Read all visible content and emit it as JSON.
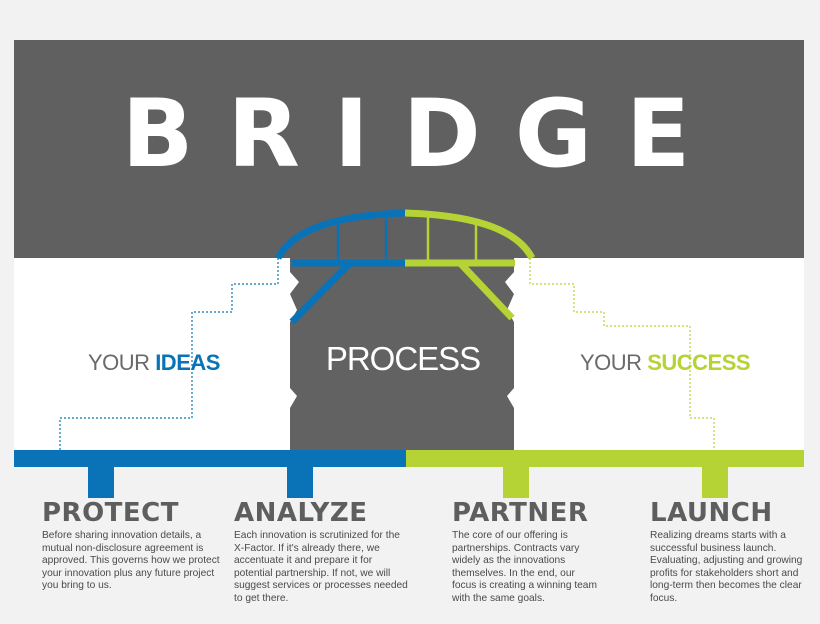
{
  "title": "BRIDGE",
  "left_label": {
    "prefix": "YOUR ",
    "highlight": "IDEAS"
  },
  "center_label": "PROCESS",
  "right_label": {
    "prefix": "YOUR ",
    "highlight": "SUCCESS"
  },
  "colors": {
    "banner": "#606060",
    "blue": "#0a73b8",
    "green": "#b5d334",
    "pillar": "#626262",
    "background": "#ffffff"
  },
  "steps": [
    {
      "title": "PROTECT",
      "text": "Before sharing innovation details, a mutual non-disclosure agreement is approved. This governs how we protect your innovation plus any future project you bring to us."
    },
    {
      "title": "ANALYZE",
      "text": "Each innovation is scrutinized for the X-Factor. If it's already there, we accentuate it and prepare it for potential partnership. If not, we will suggest services or processes needed to get there."
    },
    {
      "title": "PARTNER",
      "text": "The core of our offering is partnerships. Contracts vary widely as the innovations themselves. In the end, our focus is creating a winning team with the same goals."
    },
    {
      "title": "LAUNCH",
      "text": "Realizing dreams starts with a successful business launch. Evaluating, adjusting and growing profits for stakeholders short and long-term then becomes the clear focus."
    }
  ]
}
